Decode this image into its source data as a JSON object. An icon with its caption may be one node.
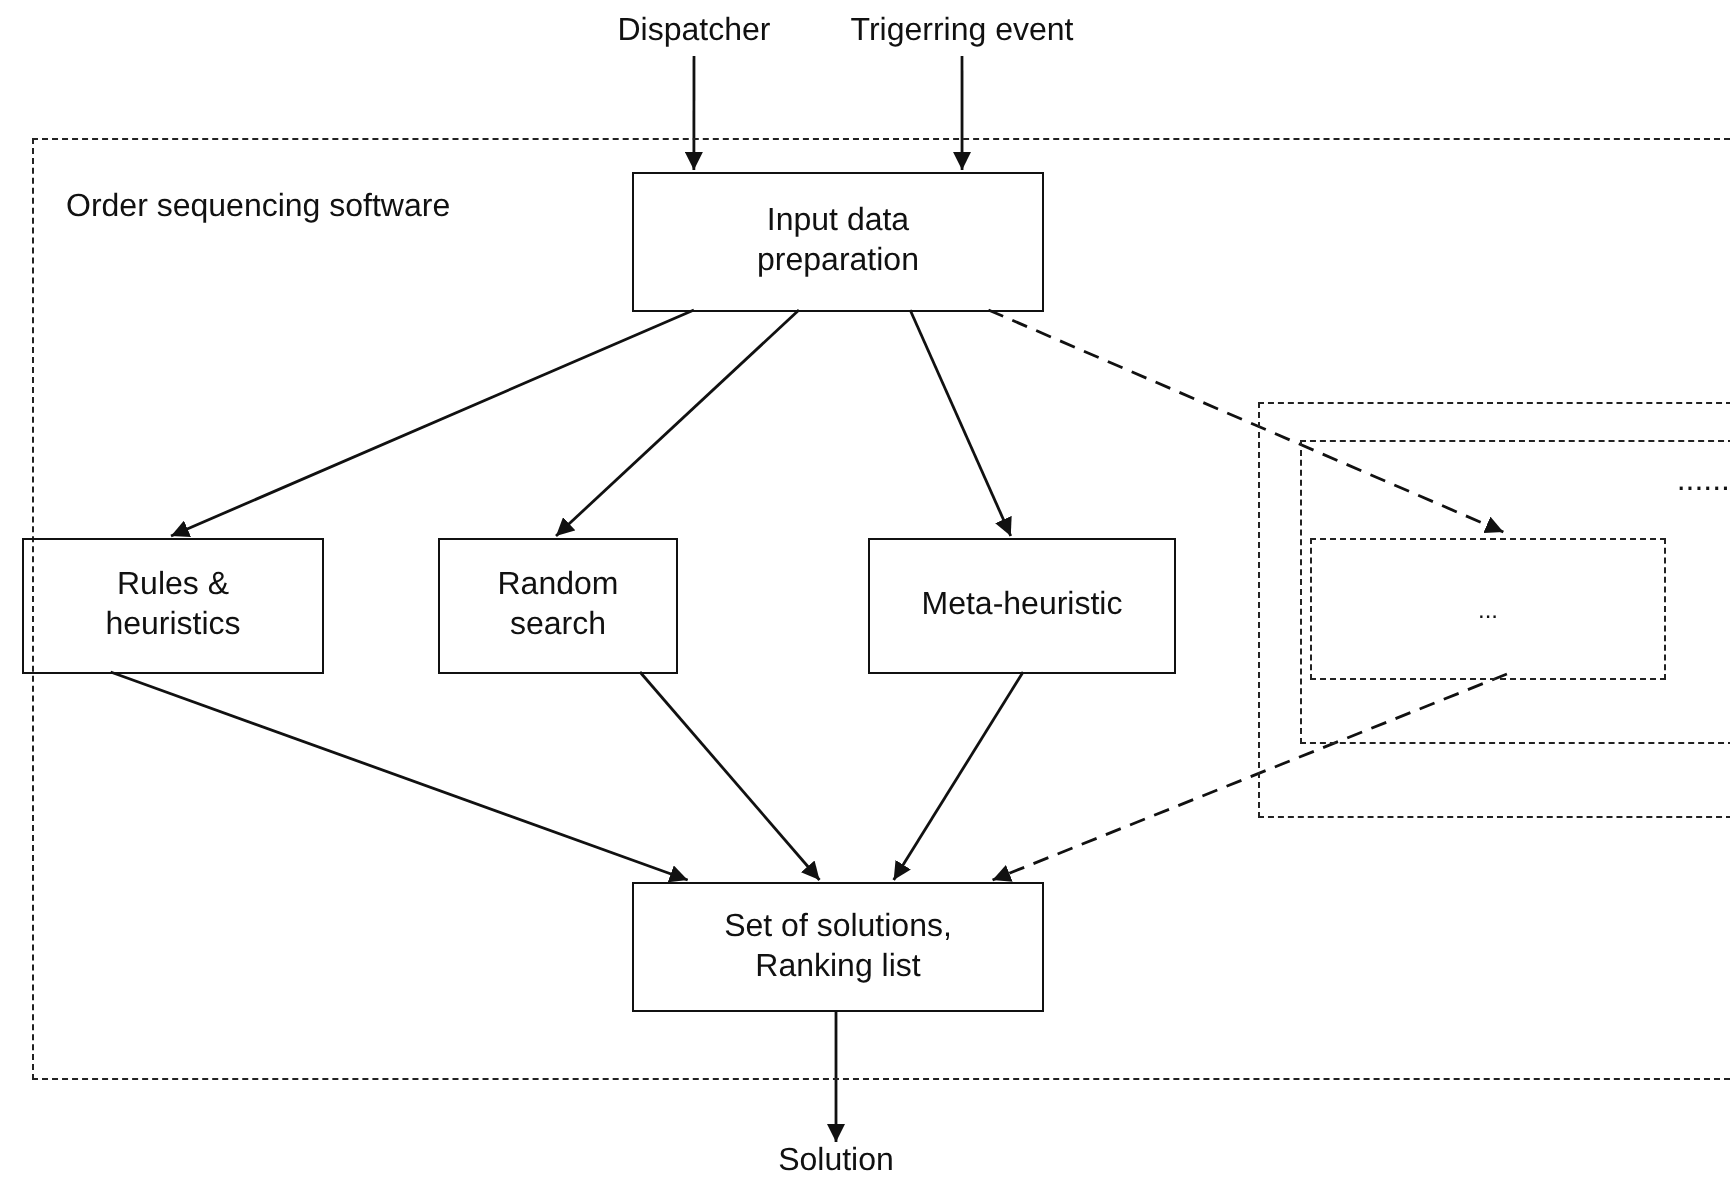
{
  "diagram": {
    "nodes": [
      {
        "text": [
          "Dispatcher"
        ]
      },
      {
        "text": [
          "Trigerring event"
        ]
      },
      {
        "text": [
          "Order sequencing software"
        ]
      },
      {
        "text": [
          "Input data preparation"
        ],
        "in": 2
      },
      {
        "text": [
          "Rules & heuristics"
        ],
        "in": 2
      },
      {
        "text": [
          "Random search"
        ],
        "in": 2
      },
      {
        "text": [
          "Meta-heuristic"
        ],
        "in": 2
      },
      {
        "text": [],
        "shape": "box",
        "in": 2
      },
      {
        "text": [
          "......"
        ],
        "in": 7
      },
      {
        "text": [
          "..."
        ],
        "in": 8
      },
      {
        "text": [
          "Set of solutions, Ranking list"
        ],
        "in": 2
      },
      {
        "text": [
          "Solution"
        ]
      }
    ],
    "edges": [
      {
        "from": 0,
        "to": 3,
        "arrow": "to"
      },
      {
        "from": 1,
        "to": 3,
        "arrow": "to"
      },
      {
        "from": 3,
        "to": 4,
        "arrow": "to"
      },
      {
        "from": 3,
        "to": 5,
        "arrow": "to"
      },
      {
        "from": 3,
        "to": 6,
        "arrow": "to"
      },
      {
        "from": 3,
        "to": 9,
        "arrow": "to",
        "style": "dashed"
      },
      {
        "from": 4,
        "to": 10,
        "arrow": "to"
      },
      {
        "from": 5,
        "to": 10,
        "arrow": "to"
      },
      {
        "from": 6,
        "to": 10,
        "arrow": "to"
      },
      {
        "from": 9,
        "to": 10,
        "arrow": "to",
        "style": "dashed"
      },
      {
        "from": 10,
        "to": 11,
        "arrow": "to"
      }
    ]
  }
}
